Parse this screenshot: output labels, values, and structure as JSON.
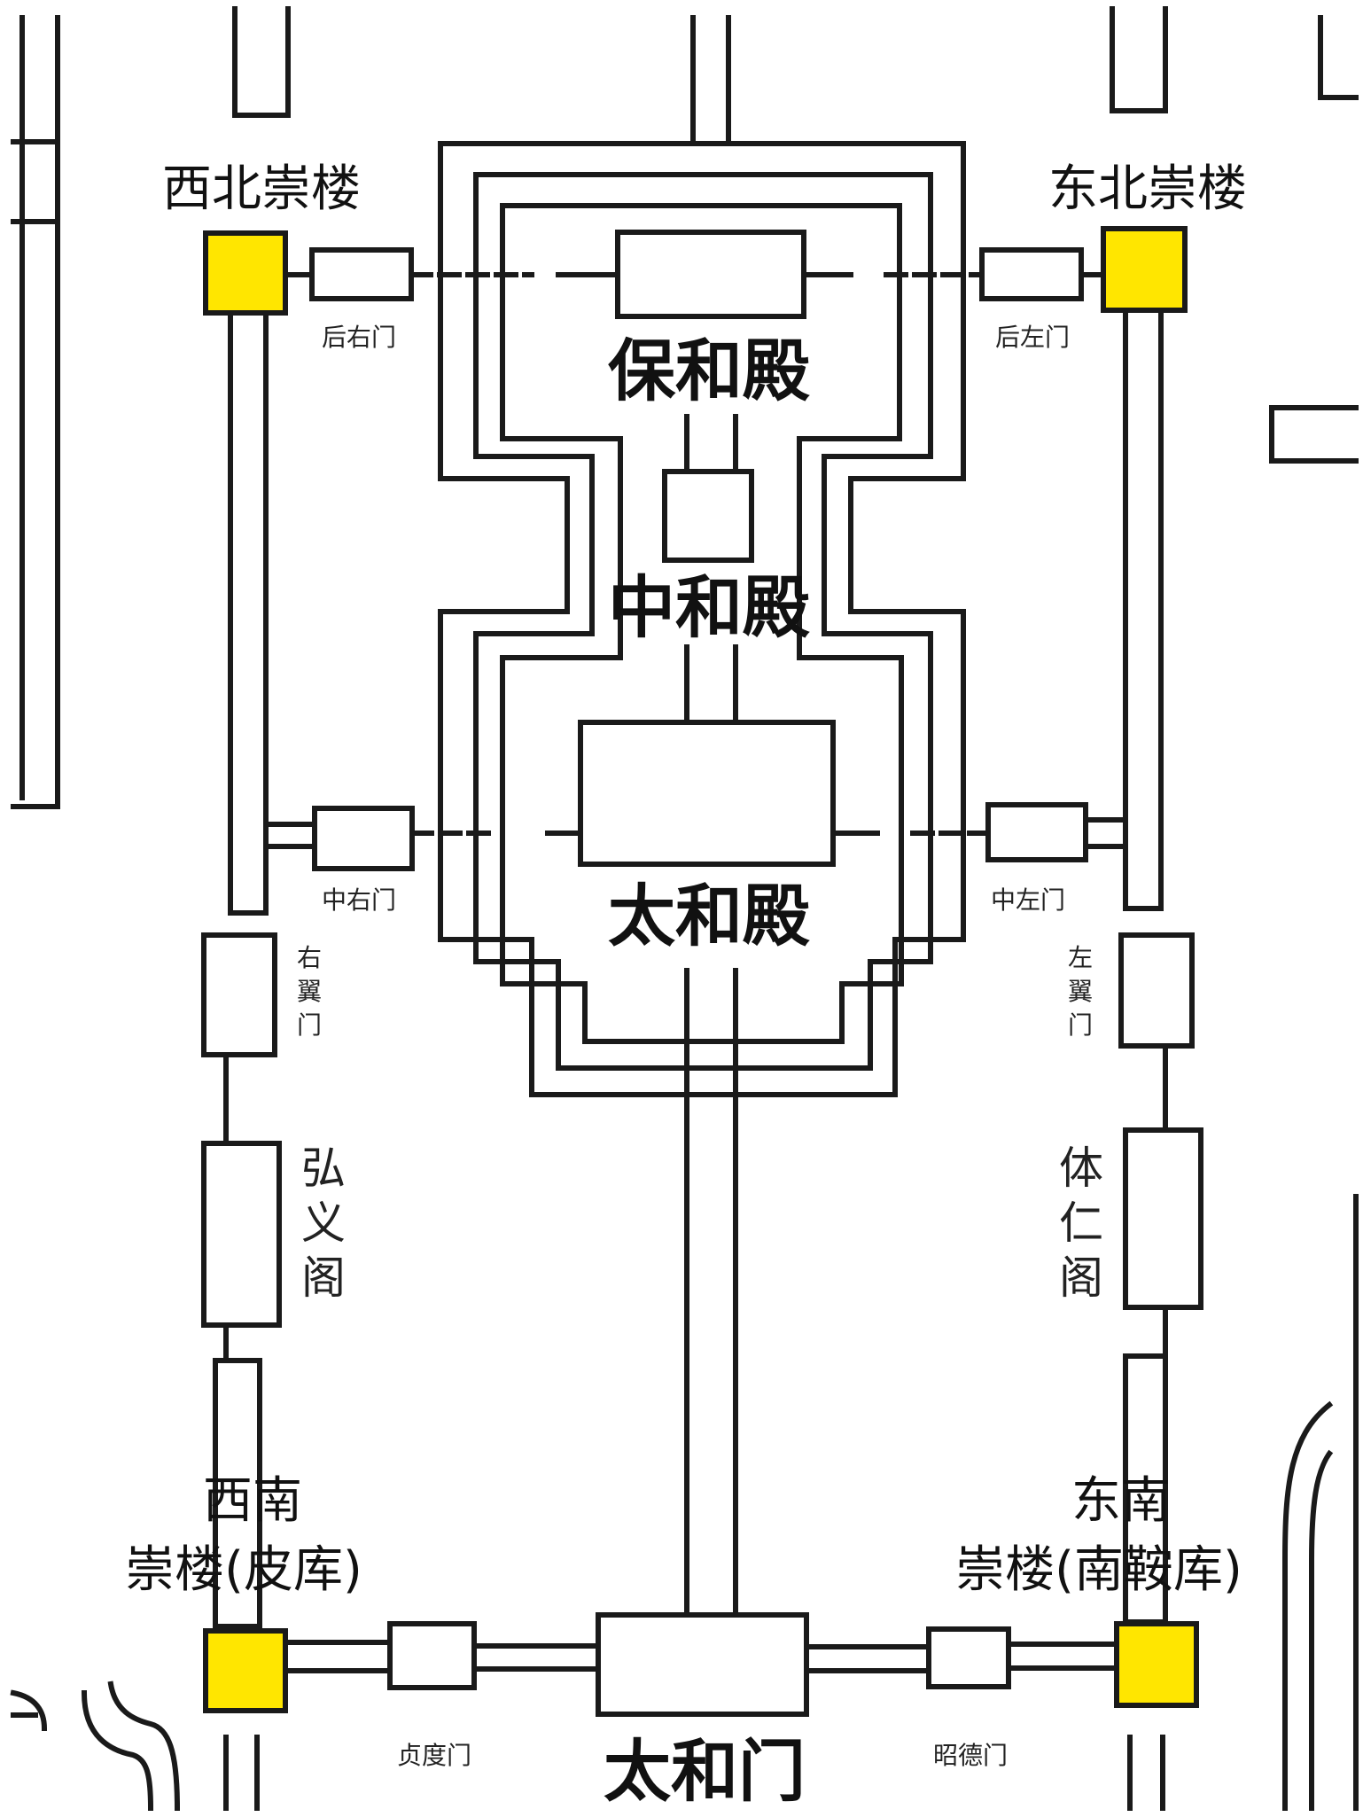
{
  "colors": {
    "corner_tower": "#FFE600",
    "line": "#1a1a1a",
    "background": "#ffffff"
  },
  "halls": {
    "baohe": "保和殿",
    "zhonghe": "中和殿",
    "taihe": "太和殿"
  },
  "gates": {
    "taihe_gate": "太和门",
    "hou_you": "后右门",
    "hou_zuo": "后左门",
    "zhong_you": "中右门",
    "zhong_zuo": "中左门",
    "you_yi": "右翼门",
    "zuo_yi": "左翼门",
    "zhen_du": "贞度门",
    "zhao_de": "昭德门"
  },
  "pavilions": {
    "hongyi": "弘义阁",
    "tiren": "体仁阁"
  },
  "corner_towers": {
    "northwest": "西北崇楼",
    "northeast": "东北崇楼",
    "southwest_line1": "西南",
    "southwest_line2": "崇楼(皮库)",
    "southeast_line1": "东南",
    "southeast_line2": "崇楼(南鞍库)"
  }
}
